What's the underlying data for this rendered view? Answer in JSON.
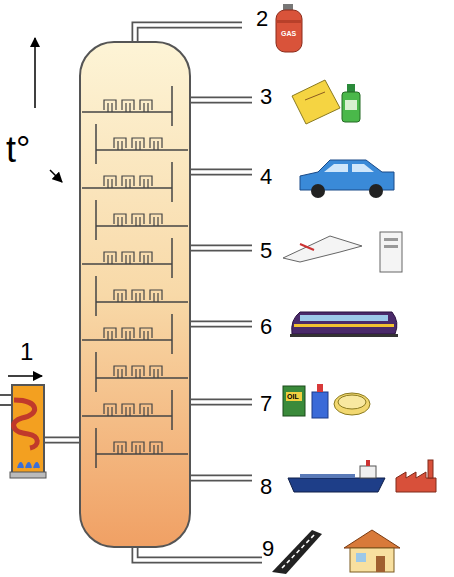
{
  "diagram": {
    "labels": [
      "1",
      "2",
      "3",
      "4",
      "5",
      "6",
      "7",
      "8",
      "9",
      "t°",
      "GAS",
      "OIL"
    ]
  }
}
